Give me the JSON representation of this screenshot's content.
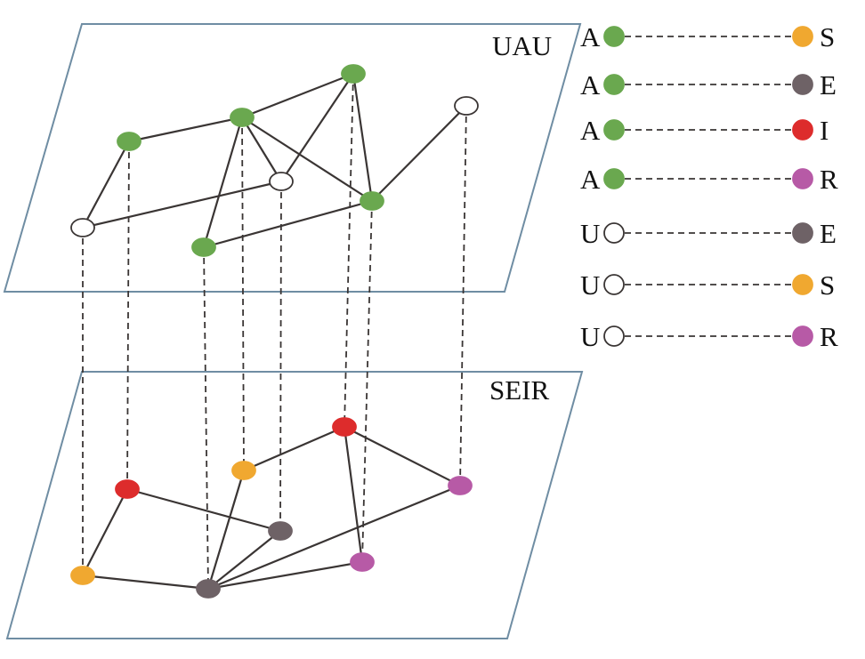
{
  "layers": {
    "top": {
      "label": "UAU"
    },
    "bottom": {
      "label": "SEIR"
    }
  },
  "colors": {
    "A": "#6aa84f",
    "U": "#ffffff",
    "S": "#f0a830",
    "E": "#6e6266",
    "I": "#dd2c2c",
    "R": "#b75aa6",
    "node_stroke": "#3a3534"
  },
  "legend": [
    {
      "left": "A",
      "right": "S"
    },
    {
      "left": "A",
      "right": "E"
    },
    {
      "left": "A",
      "right": "I"
    },
    {
      "left": "A",
      "right": "R"
    },
    {
      "left": "U",
      "right": "E"
    },
    {
      "left": "U",
      "right": "S"
    },
    {
      "left": "U",
      "right": "R"
    }
  ],
  "nodes": [
    {
      "id": 1,
      "top_state": "A",
      "bottom_state": "I"
    },
    {
      "id": 2,
      "top_state": "A",
      "bottom_state": "S"
    },
    {
      "id": 3,
      "top_state": "A",
      "bottom_state": "I"
    },
    {
      "id": 4,
      "top_state": "A",
      "bottom_state": "R"
    },
    {
      "id": 5,
      "top_state": "A",
      "bottom_state": "E"
    },
    {
      "id": 6,
      "top_state": "U",
      "bottom_state": "S"
    },
    {
      "id": 7,
      "top_state": "U",
      "bottom_state": "E"
    },
    {
      "id": 8,
      "top_state": "U",
      "bottom_state": "R"
    }
  ],
  "top_edges": [
    [
      1,
      2
    ],
    [
      1,
      6
    ],
    [
      2,
      3
    ],
    [
      2,
      7
    ],
    [
      2,
      4
    ],
    [
      2,
      5
    ],
    [
      3,
      7
    ],
    [
      3,
      4
    ],
    [
      4,
      5
    ],
    [
      4,
      8
    ],
    [
      7,
      6
    ]
  ],
  "bottom_edges": [
    [
      1,
      6
    ],
    [
      1,
      7
    ],
    [
      6,
      5
    ],
    [
      5,
      2
    ],
    [
      5,
      7
    ],
    [
      5,
      4
    ],
    [
      5,
      8
    ],
    [
      2,
      3
    ],
    [
      3,
      8
    ],
    [
      3,
      4
    ]
  ]
}
